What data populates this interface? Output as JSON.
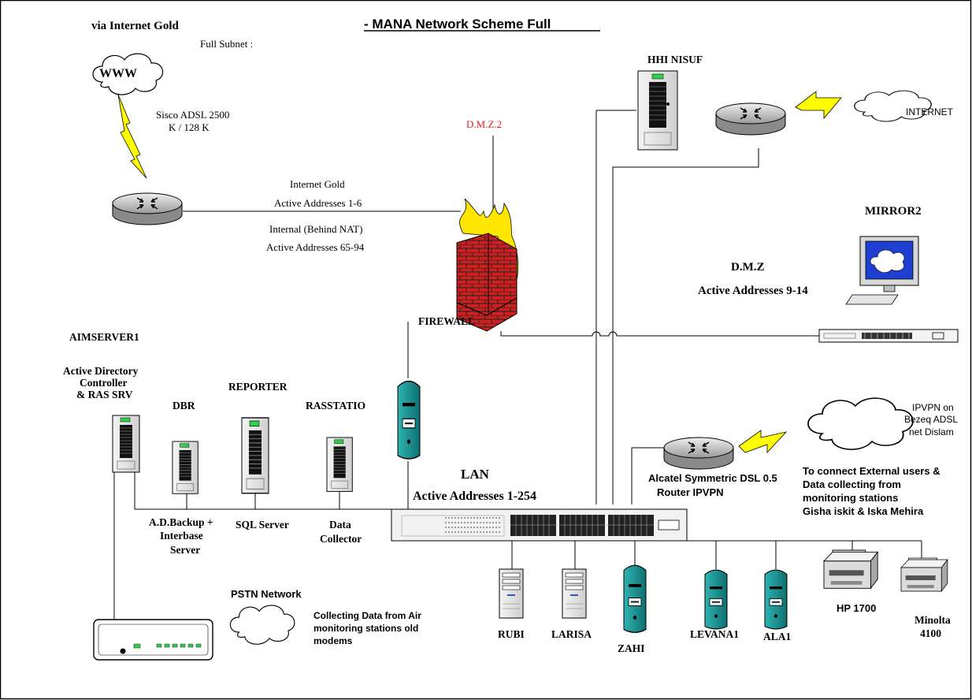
{
  "title": "- MANA Network Scheme Full",
  "labels": {
    "via_internet_gold": "via Internet Gold",
    "full_subnet": "Full Subnet :",
    "www": "WWW",
    "sisco_line1": "Sisco ADSL 2500",
    "sisco_line2": "K / 128 K",
    "internet_gold": "Internet Gold",
    "active_1_6": "Active Addresses 1-6",
    "internal_nat": "Internal (Behind NAT)",
    "active_65_94": "Active Addresses 65-94",
    "dmz2": "D.M.Z.2",
    "hhi_nisuf": "HHI NISUF",
    "internet": "INTERNET",
    "mirror2": "MIRROR2",
    "dmz": "D.M.Z",
    "active_9_14": "Active Addresses 9-14",
    "firewall": "FIREWALL",
    "aimserver1": "AIMSERVER1",
    "adc_line1": "Active Directory",
    "adc_line2": "Controller",
    "adc_line3": "& RAS SRV",
    "dbr": "DBR",
    "reporter": "REPORTER",
    "rasstatio": "RASSTATIO",
    "lan": "LAN",
    "active_1_254": "Active Addresses 1-254",
    "adbackup_line1": "A.D.Backup +",
    "adbackup_line2": "Interbase",
    "adbackup_line3": "Server",
    "sql_server": "SQL Server",
    "data_collector_line1": "Data",
    "data_collector_line2": "Collector",
    "ipvpn_line1": "IPVPN on",
    "ipvpn_line2": "Bezeq ADSL",
    "ipvpn_line3": "net Dislam",
    "alcatel_line1": "Alcatel Symmetric DSL 0.5",
    "alcatel_line2": "Router IPVPN",
    "ext_line1": "To connect External users &",
    "ext_line2": "Data collecting from",
    "ext_line3": "monitoring stations",
    "ext_line4": "Gisha iskit & Iska Mehira",
    "pstn": "PSTN Network",
    "pstn_desc_line1": "Collecting Data from Air",
    "pstn_desc_line2": "monitoring stations old",
    "pstn_desc_line3": "modems",
    "rubi": "RUBI",
    "larisa": "LARISA",
    "zahi": "ZAHI",
    "levana1": "LEVANA1",
    "ala1": "ALA1",
    "hp1700": "HP 1700",
    "minolta_line1": "Minolta",
    "minolta_line2": "4100"
  },
  "colors": {
    "dmz2_label": "#e02020",
    "firewall_brick": "#cc1f1f",
    "flame": "#ffe600",
    "teal_device": "#1f8f8f",
    "lightning": "#ffff00",
    "router_gray": "#c8c8c8"
  },
  "icons": {
    "cloud": "cloud-icon",
    "router": "router-icon",
    "firewall": "firewall-icon",
    "server": "server-tower-icon",
    "switch": "network-switch-icon",
    "printer": "printer-icon",
    "workstation": "computer-icon",
    "modem": "modem-icon",
    "lightning": "lightning-bolt-icon"
  }
}
